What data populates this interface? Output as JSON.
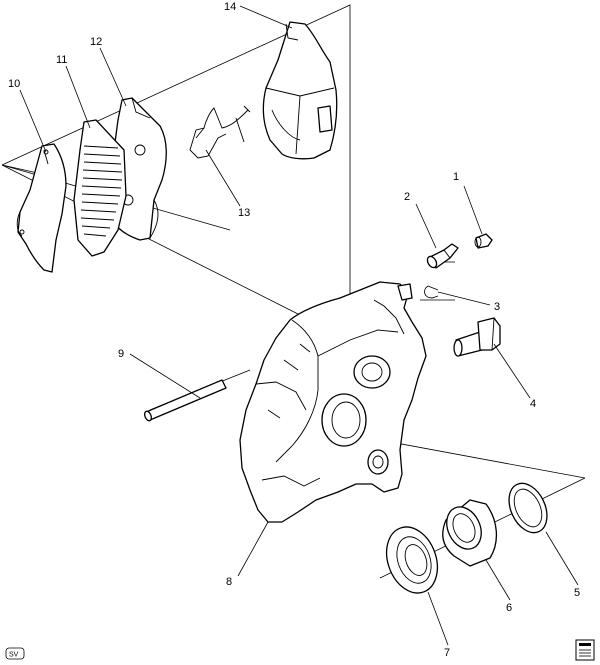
{
  "callouts": [
    {
      "id": "1",
      "label": "1"
    },
    {
      "id": "2",
      "label": "2"
    },
    {
      "id": "3",
      "label": "3"
    },
    {
      "id": "4",
      "label": "4"
    },
    {
      "id": "5",
      "label": "5"
    },
    {
      "id": "6",
      "label": "6"
    },
    {
      "id": "7",
      "label": "7"
    },
    {
      "id": "8",
      "label": "8"
    },
    {
      "id": "9",
      "label": "9"
    },
    {
      "id": "10",
      "label": "10"
    },
    {
      "id": "11",
      "label": "11"
    },
    {
      "id": "12",
      "label": "12"
    },
    {
      "id": "13",
      "label": "13"
    },
    {
      "id": "14",
      "label": "14"
    }
  ],
  "view_badge": "SV"
}
